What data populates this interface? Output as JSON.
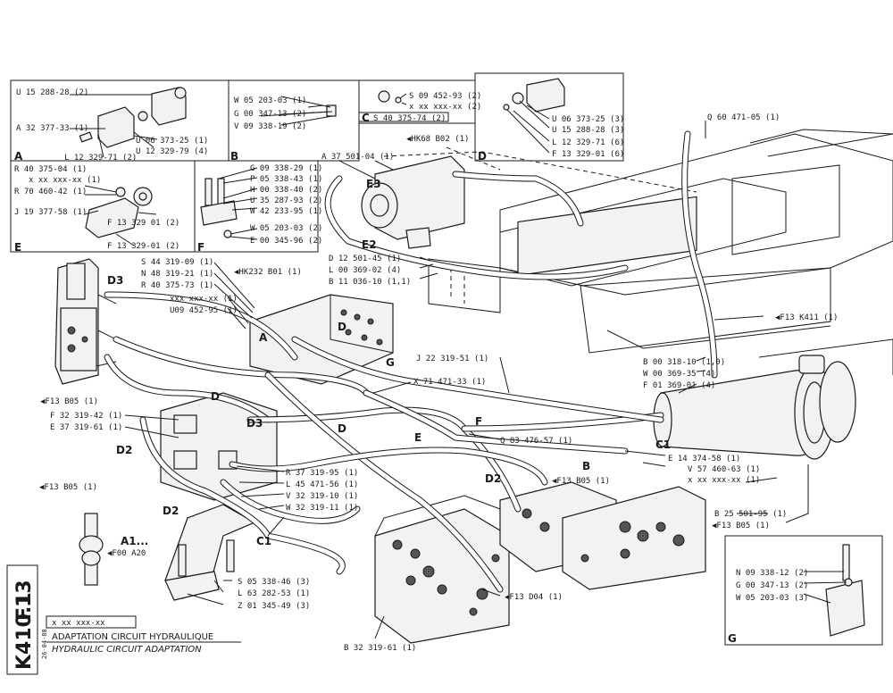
{
  "sheet": {
    "code": "F13 K410.1",
    "code_top": "F13",
    "code_bottom": "K410.1",
    "ref": "x xx xxx-xx",
    "date": "26-04-88",
    "title_fr": "ADAPTATION CIRCUIT HYDRAULIQUE",
    "title_en": "HYDRAULIC CIRCUIT ADAPTATION"
  },
  "insets": [
    {
      "id": "A",
      "labels": [
        "U 15 288-28 (2)",
        "A 32 377-33 (1)",
        "U 06 373-25 (1)",
        "U 12 329-79 (4)",
        "L 12 329-71 (2)"
      ]
    },
    {
      "id": "B",
      "labels": [
        "W 05 203-03 (1)",
        "G 00 347-13 (2)",
        "V 09 338-19 (2)"
      ]
    },
    {
      "id": "C",
      "labels": [
        "S 09 452-93 (2)",
        "x xx xxx-xx (2)",
        "S 40 375-74 (2)"
      ]
    },
    {
      "id": "D",
      "labels": [
        "U 06 373-25 (3)",
        "U 15 288-28 (3)",
        "L 12 329-71 (6)",
        "F 13 329-01 (6)"
      ]
    },
    {
      "id": "E",
      "labels": [
        "R 40 375-04 (1)",
        "x xx xxx-xx (1)",
        "R 70 460-42 (1)",
        "J 19 377-58 (1)",
        "F 13 329 01 (2)",
        "F 13 329-01 (2)"
      ]
    },
    {
      "id": "F",
      "labels": [
        "G 09 338-29 (1)",
        "P 05 338-43 (1)",
        "H 00 338-40 (2)",
        "U 35 287-93 (2)",
        "W 42 233-95 (1)",
        "W 05 203-03 (2)",
        "E 00 345-96 (2)"
      ]
    },
    {
      "id": "G",
      "labels": [
        "N 09 338-12 (2)",
        "G 00 347-13 (2)",
        "W 05 203-03 (3)"
      ]
    }
  ],
  "callouts": [
    "Q 60 471-05 (1)",
    "◀HK68 B02 (1)",
    "A 37 501-04 (1)",
    "E3",
    "E2",
    "D 12 501-45 (1)",
    "L 00 369-02 (4)",
    "B 11 036-10 (1,1)",
    "S 44 319-09 (1)",
    "N 48 319-21 (1)",
    "R 40 375-73 (1)",
    "◀HK232 B01 (1)",
    "xxx xxx-xx (1)",
    "U09 452-95 (1)",
    "D3",
    "A",
    "D",
    "◀F13 K411 (1)",
    "B 00 318-10 (1,0)",
    "W 00 369-35 (4)",
    "F 01 369-01 (4)",
    "J 22 319-51 (1)",
    "G",
    "X 71 471-33 (1)",
    "◀F13 B05 (1)",
    "F 32 319-42 (1)",
    "E 37 319-61 (1)",
    "D",
    "D3",
    "D",
    "E",
    "F",
    "Q 83 476-57 (1)",
    "C1",
    "D2",
    "B",
    "E 14 374-58 (1)",
    "V 57 460-63 (1)",
    "x xx xxx-xx (1)",
    "R 37 319-95 (1)",
    "L 45 471-56 (1)",
    "V 32 319-10 (1)",
    "W 32 319-11 (1)",
    "◀F13 B05 (1)",
    "D2",
    "◀F13 B05 (1)",
    "D2",
    "C1",
    "B 25 501-95 (1)",
    "◀F13 B05 (1)",
    "A1...",
    "◀F00 A20",
    "S 05 338-46 (3)",
    "L 63 282-53 (1)",
    "Z 01 345-49 (3)",
    "◀F13 D04 (1)",
    "B 32 319-61 (1)"
  ],
  "colors": {
    "ink": "#1a1a1a",
    "paper": "#ffffff"
  }
}
